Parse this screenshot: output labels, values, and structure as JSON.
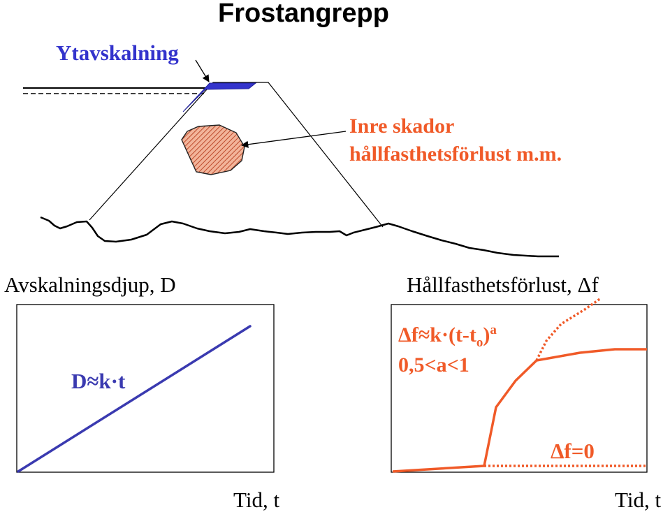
{
  "title": "Frostangrepp",
  "top_diagram": {
    "label_surface": "Ytavskalning",
    "label_internal_line1": "Inre skador",
    "label_internal_line2": "hållfasthetsförlust m.m."
  },
  "left_chart": {
    "y_title": "Avskalningsdjup, D",
    "x_title": "Tid, t",
    "formula": "D≈k·t"
  },
  "right_chart": {
    "y_title": "Hållfasthetsförlust, Δf",
    "x_title": "Tid, t",
    "formula_main": "Δf≈k·(t-t",
    "formula_sub": "o",
    "formula_close": ")",
    "formula_sup": "a",
    "condition": "0,5<a<1",
    "zero_label": "Δf=0"
  },
  "colors": {
    "title": "#000000",
    "surface_label": "#3333cc",
    "internal_label": "#f05a28",
    "blue_line": "#3a3ab0",
    "orange_line": "#f05a28",
    "damage_fill": "#f0a080",
    "damage_hatch": "#b03010"
  }
}
